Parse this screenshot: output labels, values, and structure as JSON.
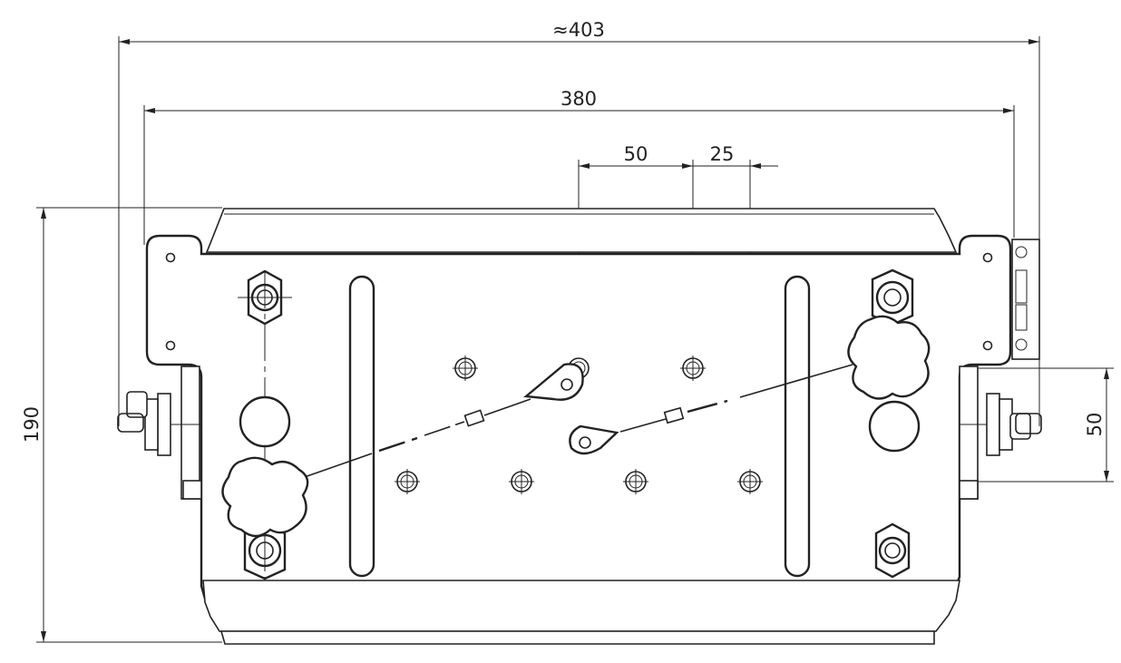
{
  "dimensions": {
    "overall_width": "≈403",
    "plate_width": "380",
    "spacing_50": "50",
    "spacing_25": "25",
    "height": "190",
    "vertical_spacing": "50"
  },
  "colors": {
    "line": "#222222",
    "background": "#ffffff"
  }
}
